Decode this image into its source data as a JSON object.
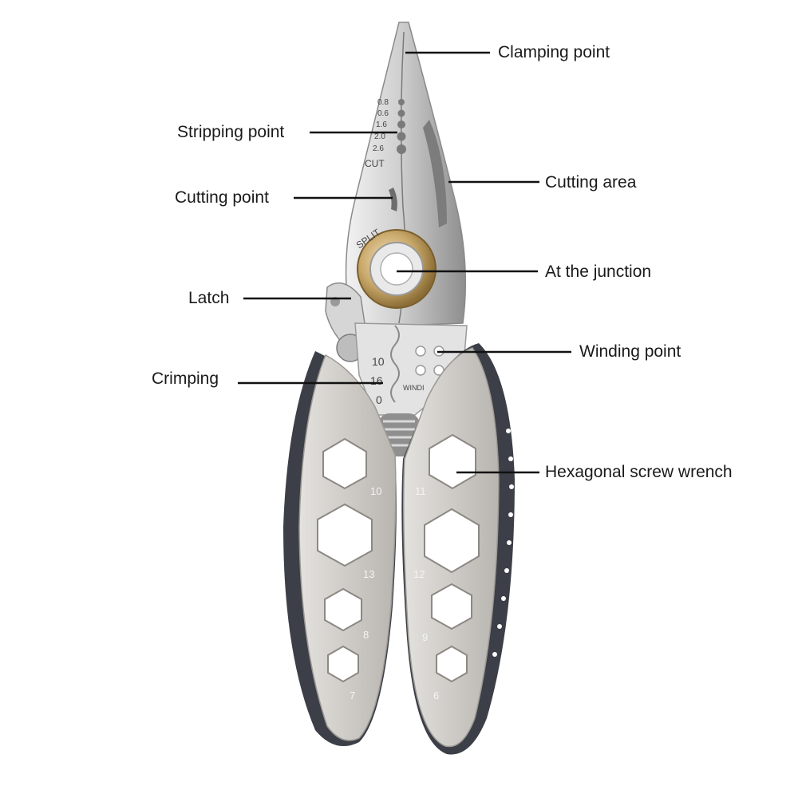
{
  "callouts": {
    "clamping_point": "Clamping point",
    "stripping_point": "Stripping point",
    "cutting_area": "Cutting area",
    "cutting_point": "Cutting point",
    "junction": "At the junction",
    "latch": "Latch",
    "winding_point": "Winding point",
    "crimping": "Crimping",
    "hex_wrench": "Hexagonal screw wrench"
  },
  "blade_markings": {
    "gauges": [
      "0.8",
      "0.6",
      "1.6",
      "2.0",
      "2.6"
    ],
    "cut": "CUT",
    "split": "SPLIT",
    "winding": "WINDI"
  },
  "crimp_sizes": [
    "10",
    "16",
    "0"
  ],
  "hex_sizes": {
    "left": [
      "10",
      "13",
      "8",
      "7"
    ],
    "right": [
      "11",
      "12",
      "9",
      "6"
    ]
  },
  "colors": {
    "steel": "#d8d8d8",
    "handle_grey": "#c4c2be",
    "handle_dark": "#3c3f47",
    "pivot_brass": "#c9a86a",
    "leader_line": "#111111"
  }
}
